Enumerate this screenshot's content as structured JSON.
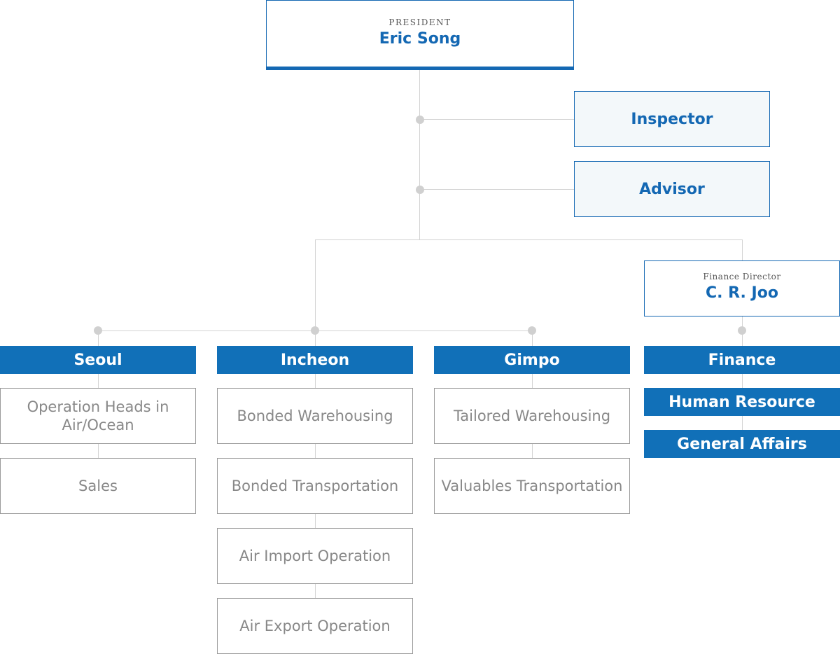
{
  "president": {
    "role": "PRESIDENT",
    "name": "Eric Song"
  },
  "staff": {
    "inspector": "Inspector",
    "advisor": "Advisor"
  },
  "director": {
    "role": "Finance Director",
    "name": "C. R. Joo"
  },
  "branches": {
    "seoul": {
      "title": "Seoul",
      "units": [
        "Operation Heads in Air/Ocean",
        "Sales"
      ]
    },
    "incheon": {
      "title": "Incheon",
      "units": [
        "Bonded Warehousing",
        "Bonded Transportation",
        "Air Import Operation",
        "Air Export Operation"
      ]
    },
    "gimpo": {
      "title": "Gimpo",
      "units": [
        "Tailored Warehousing",
        "Valuables Transportation"
      ]
    },
    "finance": {
      "title": "Finance",
      "subs": [
        "Human Resource",
        "General Affairs"
      ]
    }
  },
  "colors": {
    "accent": "#1468b3",
    "bar": "#1170b8",
    "line": "#d2d2d2",
    "unit_border": "#9a9a9a",
    "unit_text": "#888888"
  }
}
